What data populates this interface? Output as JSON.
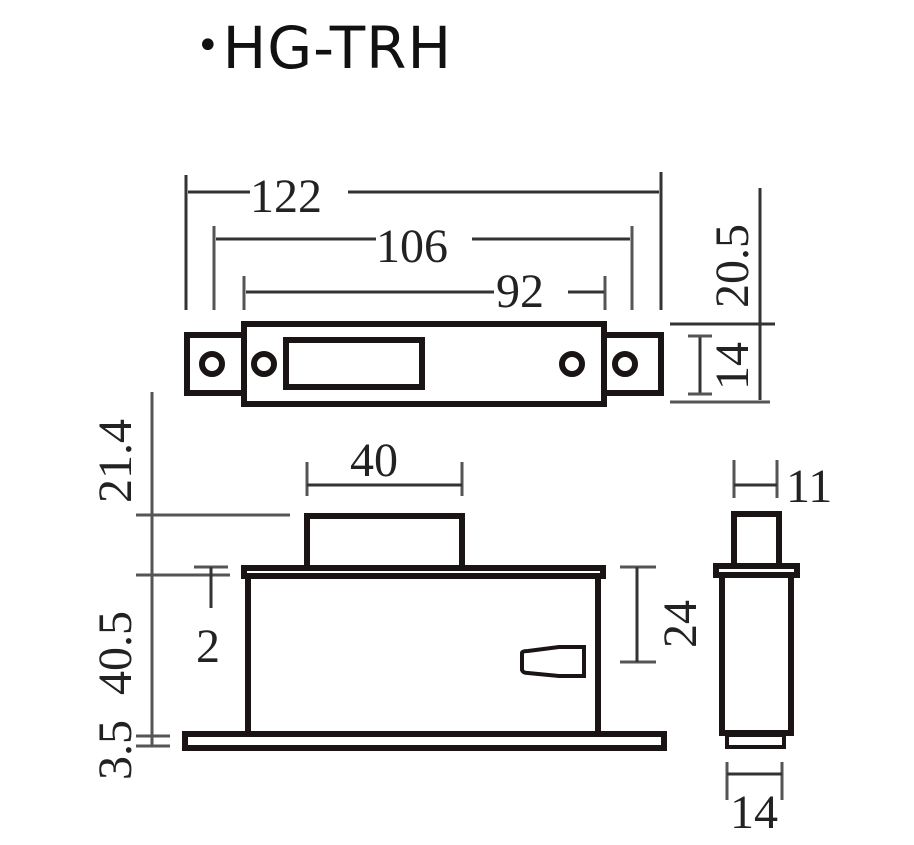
{
  "title": {
    "bullet": "•",
    "model": "HG-TRH"
  },
  "drawing": {
    "top_view": {
      "dimensions": {
        "overall_length": "122",
        "hole_span_outer": "106",
        "plate_length": "92",
        "overall_height": "20.5",
        "plate_height": "14"
      }
    },
    "front_view": {
      "dimensions": {
        "bolt_width": "40",
        "bolt_projection": "21.4",
        "body_height": "40.5",
        "base_thickness": "3.5",
        "flange_thickness": "2",
        "keyhole_offset": "24"
      }
    },
    "side_view": {
      "dimensions": {
        "bolt_depth": "11",
        "body_depth": "14"
      }
    }
  },
  "colors": {
    "line": "#1a1414",
    "dimension": "#555555",
    "background": "#ffffff"
  }
}
